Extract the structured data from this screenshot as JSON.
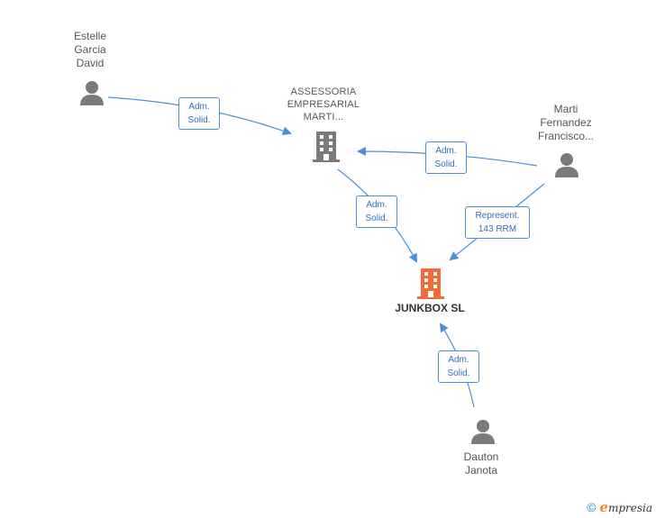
{
  "nodes": {
    "estelle": {
      "lines": [
        "Estelle",
        "Garcia",
        "David"
      ],
      "type": "person"
    },
    "assessoria": {
      "lines": [
        "ASSESSORIA",
        "EMPRESARIAL",
        "MARTI..."
      ],
      "type": "company"
    },
    "marti": {
      "lines": [
        "Marti",
        "Fernandez",
        "Francisco..."
      ],
      "type": "person"
    },
    "junkbox": {
      "lines": [
        "JUNKBOX SL"
      ],
      "type": "target-company"
    },
    "dauton": {
      "lines": [
        "Dauton",
        "Janota"
      ],
      "type": "person"
    }
  },
  "edges": [
    {
      "from": "estelle",
      "to": "assessoria",
      "label": [
        "Adm.",
        "Solid."
      ]
    },
    {
      "from": "marti",
      "to": "assessoria",
      "label": [
        "Adm.",
        "Solid."
      ]
    },
    {
      "from": "assessoria",
      "to": "junkbox",
      "label": [
        "Adm.",
        "Solid."
      ]
    },
    {
      "from": "marti",
      "to": "junkbox",
      "label": [
        "Represent.",
        "143 RRM"
      ]
    },
    {
      "from": "dauton",
      "to": "junkbox",
      "label": [
        "Adm.",
        "Solid."
      ]
    }
  ],
  "colors": {
    "edge": "#4a90d9",
    "person_icon": "#7a7a7a",
    "company_icon": "#7a7a7a",
    "target_icon": "#f26a35"
  },
  "footer": {
    "copyright_symbol": "©",
    "brand_initial": "e",
    "brand_rest": "mpresia"
  }
}
